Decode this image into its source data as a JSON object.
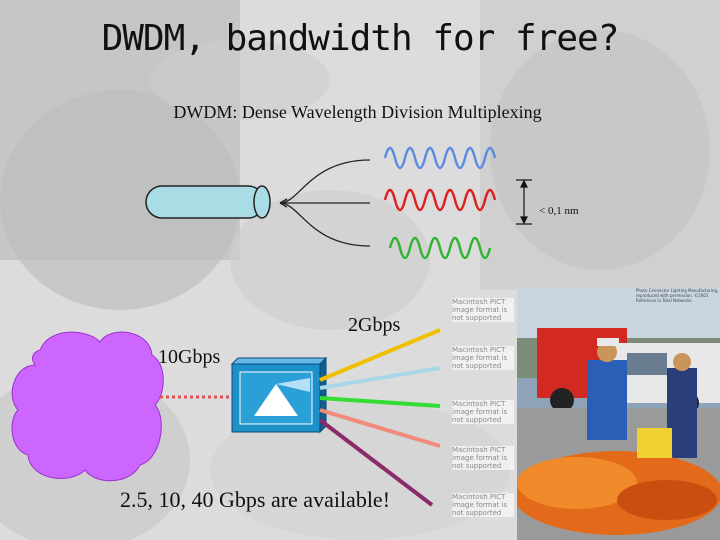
{
  "slide": {
    "title": "DWDM, bandwidth for free?",
    "subtitle": "DWDM: Dense Wavelength Division Multiplexing",
    "spacing_label": "< 0,1 nm",
    "rate_2g": "2Gbps",
    "rate_10g": "10Gbps",
    "available_text": "2.5, 10, 40 Gbps are available!",
    "pict_notice": "Macintosh PICT image format is not supported",
    "photo_caption": "Photo Connector Lighting Manufacturing, reproduced with permission. ©2001 Reference in Total Networks"
  },
  "colors": {
    "wave_blue": "#5b8ee0",
    "wave_red": "#dd2020",
    "wave_green": "#34b233",
    "fiber_fill": "#a9dde6",
    "cloud": "#cc66ff",
    "switch": "#1e90c8",
    "line_yellow": "#f0c000",
    "line_lightblue": "#a8d8e8",
    "line_green": "#33dd33",
    "line_salmon": "#f08a7a",
    "line_purple": "#8a2a6a"
  }
}
